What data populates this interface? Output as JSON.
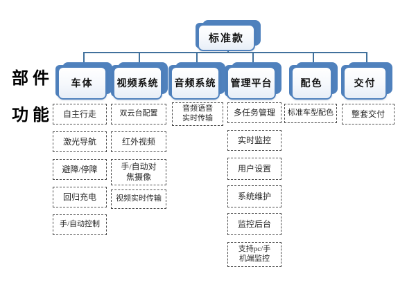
{
  "colors": {
    "node_blue": "#4f81bd",
    "connector": "#41719c",
    "dashed_border": "#4a4a4a",
    "text": "#111111"
  },
  "root": {
    "label": "标准款"
  },
  "row_labels": {
    "parts": "部件",
    "functions": "功能"
  },
  "columns": [
    {
      "label": "车体",
      "functions": [
        "自主行走",
        "激光导航",
        "避障/停障",
        "回归充电",
        "手/自动控制"
      ]
    },
    {
      "label": "视频系统",
      "functions": [
        "双云台配置",
        "红外视频",
        "手/自动对\n焦摄像",
        "视频实时传输"
      ]
    },
    {
      "label": "音频系统",
      "functions": [
        "音频语音\n实时传输"
      ]
    },
    {
      "label": "管理平台",
      "functions": [
        "多任务管理",
        "实时监控",
        "用户设置",
        "系统维护",
        "监控后台",
        "支持pc/手\n机端监控"
      ]
    },
    {
      "label": "配色",
      "functions": [
        "标准车型配色"
      ]
    },
    {
      "label": "交付",
      "functions": [
        "整套交付"
      ]
    }
  ]
}
